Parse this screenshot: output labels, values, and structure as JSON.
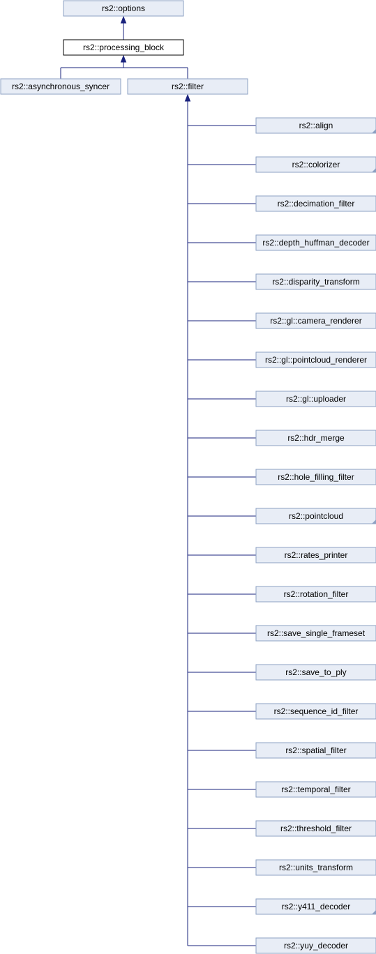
{
  "diagram": {
    "root": {
      "label": "rs2::options",
      "link": true
    },
    "processing_block": {
      "label": "rs2::processing_block",
      "link": false
    },
    "level2": [
      {
        "label": "rs2::asynchronous_syncer",
        "link": true
      },
      {
        "label": "rs2::filter",
        "link": true
      }
    ],
    "filter_children": [
      {
        "label": "rs2::align",
        "more": true
      },
      {
        "label": "rs2::colorizer",
        "more": true
      },
      {
        "label": "rs2::decimation_filter",
        "more": false
      },
      {
        "label": "rs2::depth_huffman_decoder",
        "more": false
      },
      {
        "label": "rs2::disparity_transform",
        "more": false
      },
      {
        "label": "rs2::gl::camera_renderer",
        "more": false
      },
      {
        "label": "rs2::gl::pointcloud_renderer",
        "more": false
      },
      {
        "label": "rs2::gl::uploader",
        "more": false
      },
      {
        "label": "rs2::hdr_merge",
        "more": false
      },
      {
        "label": "rs2::hole_filling_filter",
        "more": false
      },
      {
        "label": "rs2::pointcloud",
        "more": true
      },
      {
        "label": "rs2::rates_printer",
        "more": false
      },
      {
        "label": "rs2::rotation_filter",
        "more": false
      },
      {
        "label": "rs2::save_single_frameset",
        "more": false
      },
      {
        "label": "rs2::save_to_ply",
        "more": false
      },
      {
        "label": "rs2::sequence_id_filter",
        "more": false
      },
      {
        "label": "rs2::spatial_filter",
        "more": false
      },
      {
        "label": "rs2::temporal_filter",
        "more": false
      },
      {
        "label": "rs2::threshold_filter",
        "more": false
      },
      {
        "label": "rs2::units_transform",
        "more": false
      },
      {
        "label": "rs2::y411_decoder",
        "more": true
      },
      {
        "label": "rs2::yuy_decoder",
        "more": false
      }
    ],
    "colors": {
      "node_fill": "#e8edf6",
      "node_border": "#8da1c3",
      "edge": "#1a237e",
      "highlight_fill": "#ffffff",
      "highlight_border": "#000000",
      "text": "#000000"
    }
  }
}
